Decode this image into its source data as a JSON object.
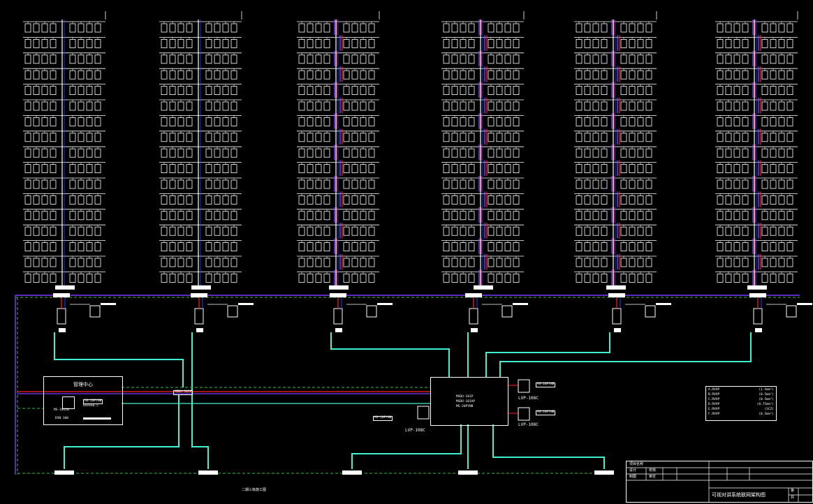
{
  "colors": {
    "background": "#000000",
    "line_white": "#ffffff",
    "line_purple": "#7a3cff",
    "line_red": "#ff2020",
    "line_blue": "#2040ff",
    "line_cyan": "#40f0d0",
    "line_green_dashed": "#30c040",
    "line_yellow": "#ffff40"
  },
  "buildings": [
    {
      "floors": 17,
      "style": "plain"
    },
    {
      "floors": 17,
      "style": "plain"
    },
    {
      "floors": 17,
      "style": "colored"
    },
    {
      "floors": 17,
      "style": "colored"
    },
    {
      "floors": 17,
      "style": "colored"
    },
    {
      "floors": 17,
      "style": "colored"
    }
  ],
  "management_center": {
    "title": "管理中心",
    "device_label": "MS-1012N",
    "cable_label_1": "MS-20PYNB",
    "cable_label_2": "RVV4X0.5",
    "power_label": "DSN-100"
  },
  "center_unit": {
    "line1": "MSDU-101P",
    "line2": "MSDU-101AP",
    "line3": "MS-20PYNB"
  },
  "cameras": [
    {
      "label": "LVP-108C",
      "cable": "MS-20PYNB"
    },
    {
      "label": "LVP-108C",
      "cable": "MS-20PYNB"
    },
    {
      "label": "LVP-108C",
      "cable": "MS-20PYNB"
    }
  ],
  "mid_cable_label": "MSDU-101P",
  "bottom_note": "二期三级施工图",
  "legend": {
    "rows": [
      {
        "left": "A.RVVP",
        "right": "(1.5mm²)"
      },
      {
        "left": "B.RVVP",
        "right": "(0.5mm²)"
      },
      {
        "left": "C.RVVP",
        "right": "(0.5mm²)"
      },
      {
        "left": "D.RVVP",
        "right": "(0.75mm²)"
      },
      {
        "left": "E.RVVP",
        "right": "(SCZ)"
      },
      {
        "left": "F.RVVP",
        "right": "(0.5mm²)"
      }
    ]
  },
  "title_block": {
    "project": "项目名称",
    "design": "设计",
    "draw": "制图",
    "check": "校核",
    "audit": "审定",
    "title": "可视对讲系统联网架构图",
    "page": "第",
    "total": "共"
  }
}
